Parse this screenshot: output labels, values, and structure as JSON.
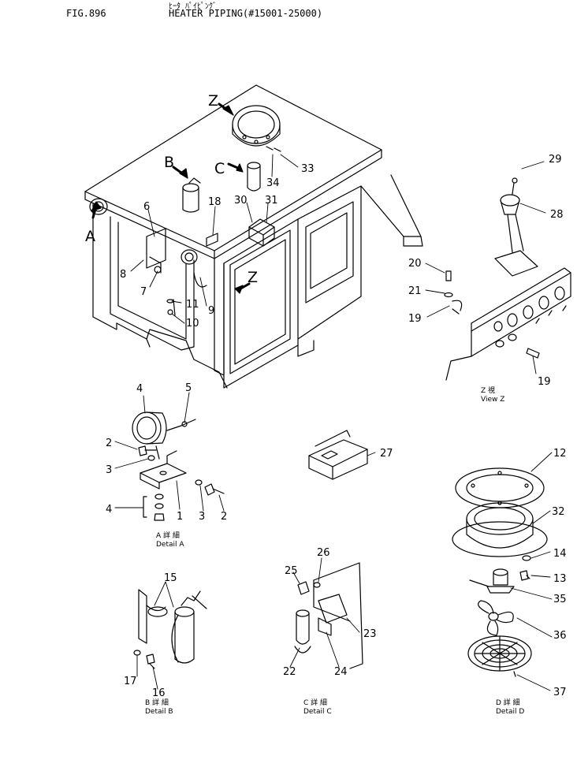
{
  "header": {
    "fig_no": "FIG.896",
    "title_jp": "ﾋｰﾀ ﾊﾟｲﾋﾟﾝｸﾞ",
    "title": "HEATER PIPING(#15001-25000)"
  },
  "view_letters": [
    "A",
    "B",
    "C",
    "D",
    "Z"
  ],
  "part_numbers": [
    "1",
    "2",
    "3",
    "4",
    "5",
    "6",
    "7",
    "8",
    "9",
    "10",
    "11",
    "12",
    "13",
    "14",
    "15",
    "16",
    "17",
    "18",
    "19",
    "20",
    "21",
    "22",
    "23",
    "24",
    "25",
    "26",
    "27",
    "28",
    "29",
    "30",
    "31",
    "32",
    "33",
    "34",
    "35",
    "36",
    "37"
  ],
  "details": {
    "a": {
      "jp": "A 詳 細",
      "en": "Detail A"
    },
    "b": {
      "jp": "B 詳 細",
      "en": "Detail B"
    },
    "c": {
      "jp": "C 詳 細",
      "en": "Detail C"
    },
    "d": {
      "jp": "D 詳 細",
      "en": "Detail D"
    },
    "z": {
      "jp": "Z 視",
      "en": "View Z"
    }
  }
}
